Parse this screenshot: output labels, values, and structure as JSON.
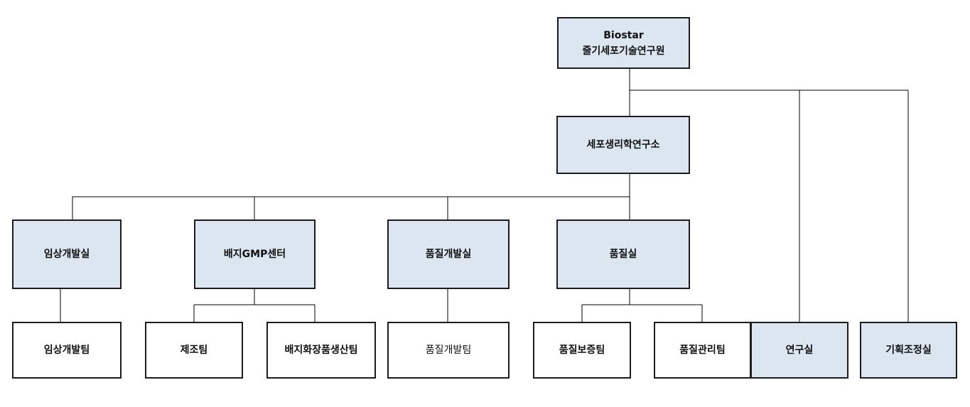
{
  "root": {
    "line1": "Biostar",
    "line2": "줄기세포기술연구원"
  },
  "institute": {
    "label": "세포생리학연구소"
  },
  "departments": {
    "clinical": "임상개발실",
    "gmp": "배지GMP센터",
    "quality_dev": "품질개발실",
    "quality": "품질실"
  },
  "side_departments": {
    "research": "연구실",
    "planning": "기획조정실"
  },
  "teams": {
    "clinical_team": "임상개발팀",
    "manufacturing_team": "제조팀",
    "cosmetics_team": "배지화장품생산팀",
    "quality_dev_team": "품질개발팀",
    "qa_team": "품질보증팀",
    "qm_team": "품질관리팀"
  },
  "colors": {
    "shaded_fill": "#dce6f0",
    "border": "#1c1c1c",
    "line": "#000000"
  }
}
